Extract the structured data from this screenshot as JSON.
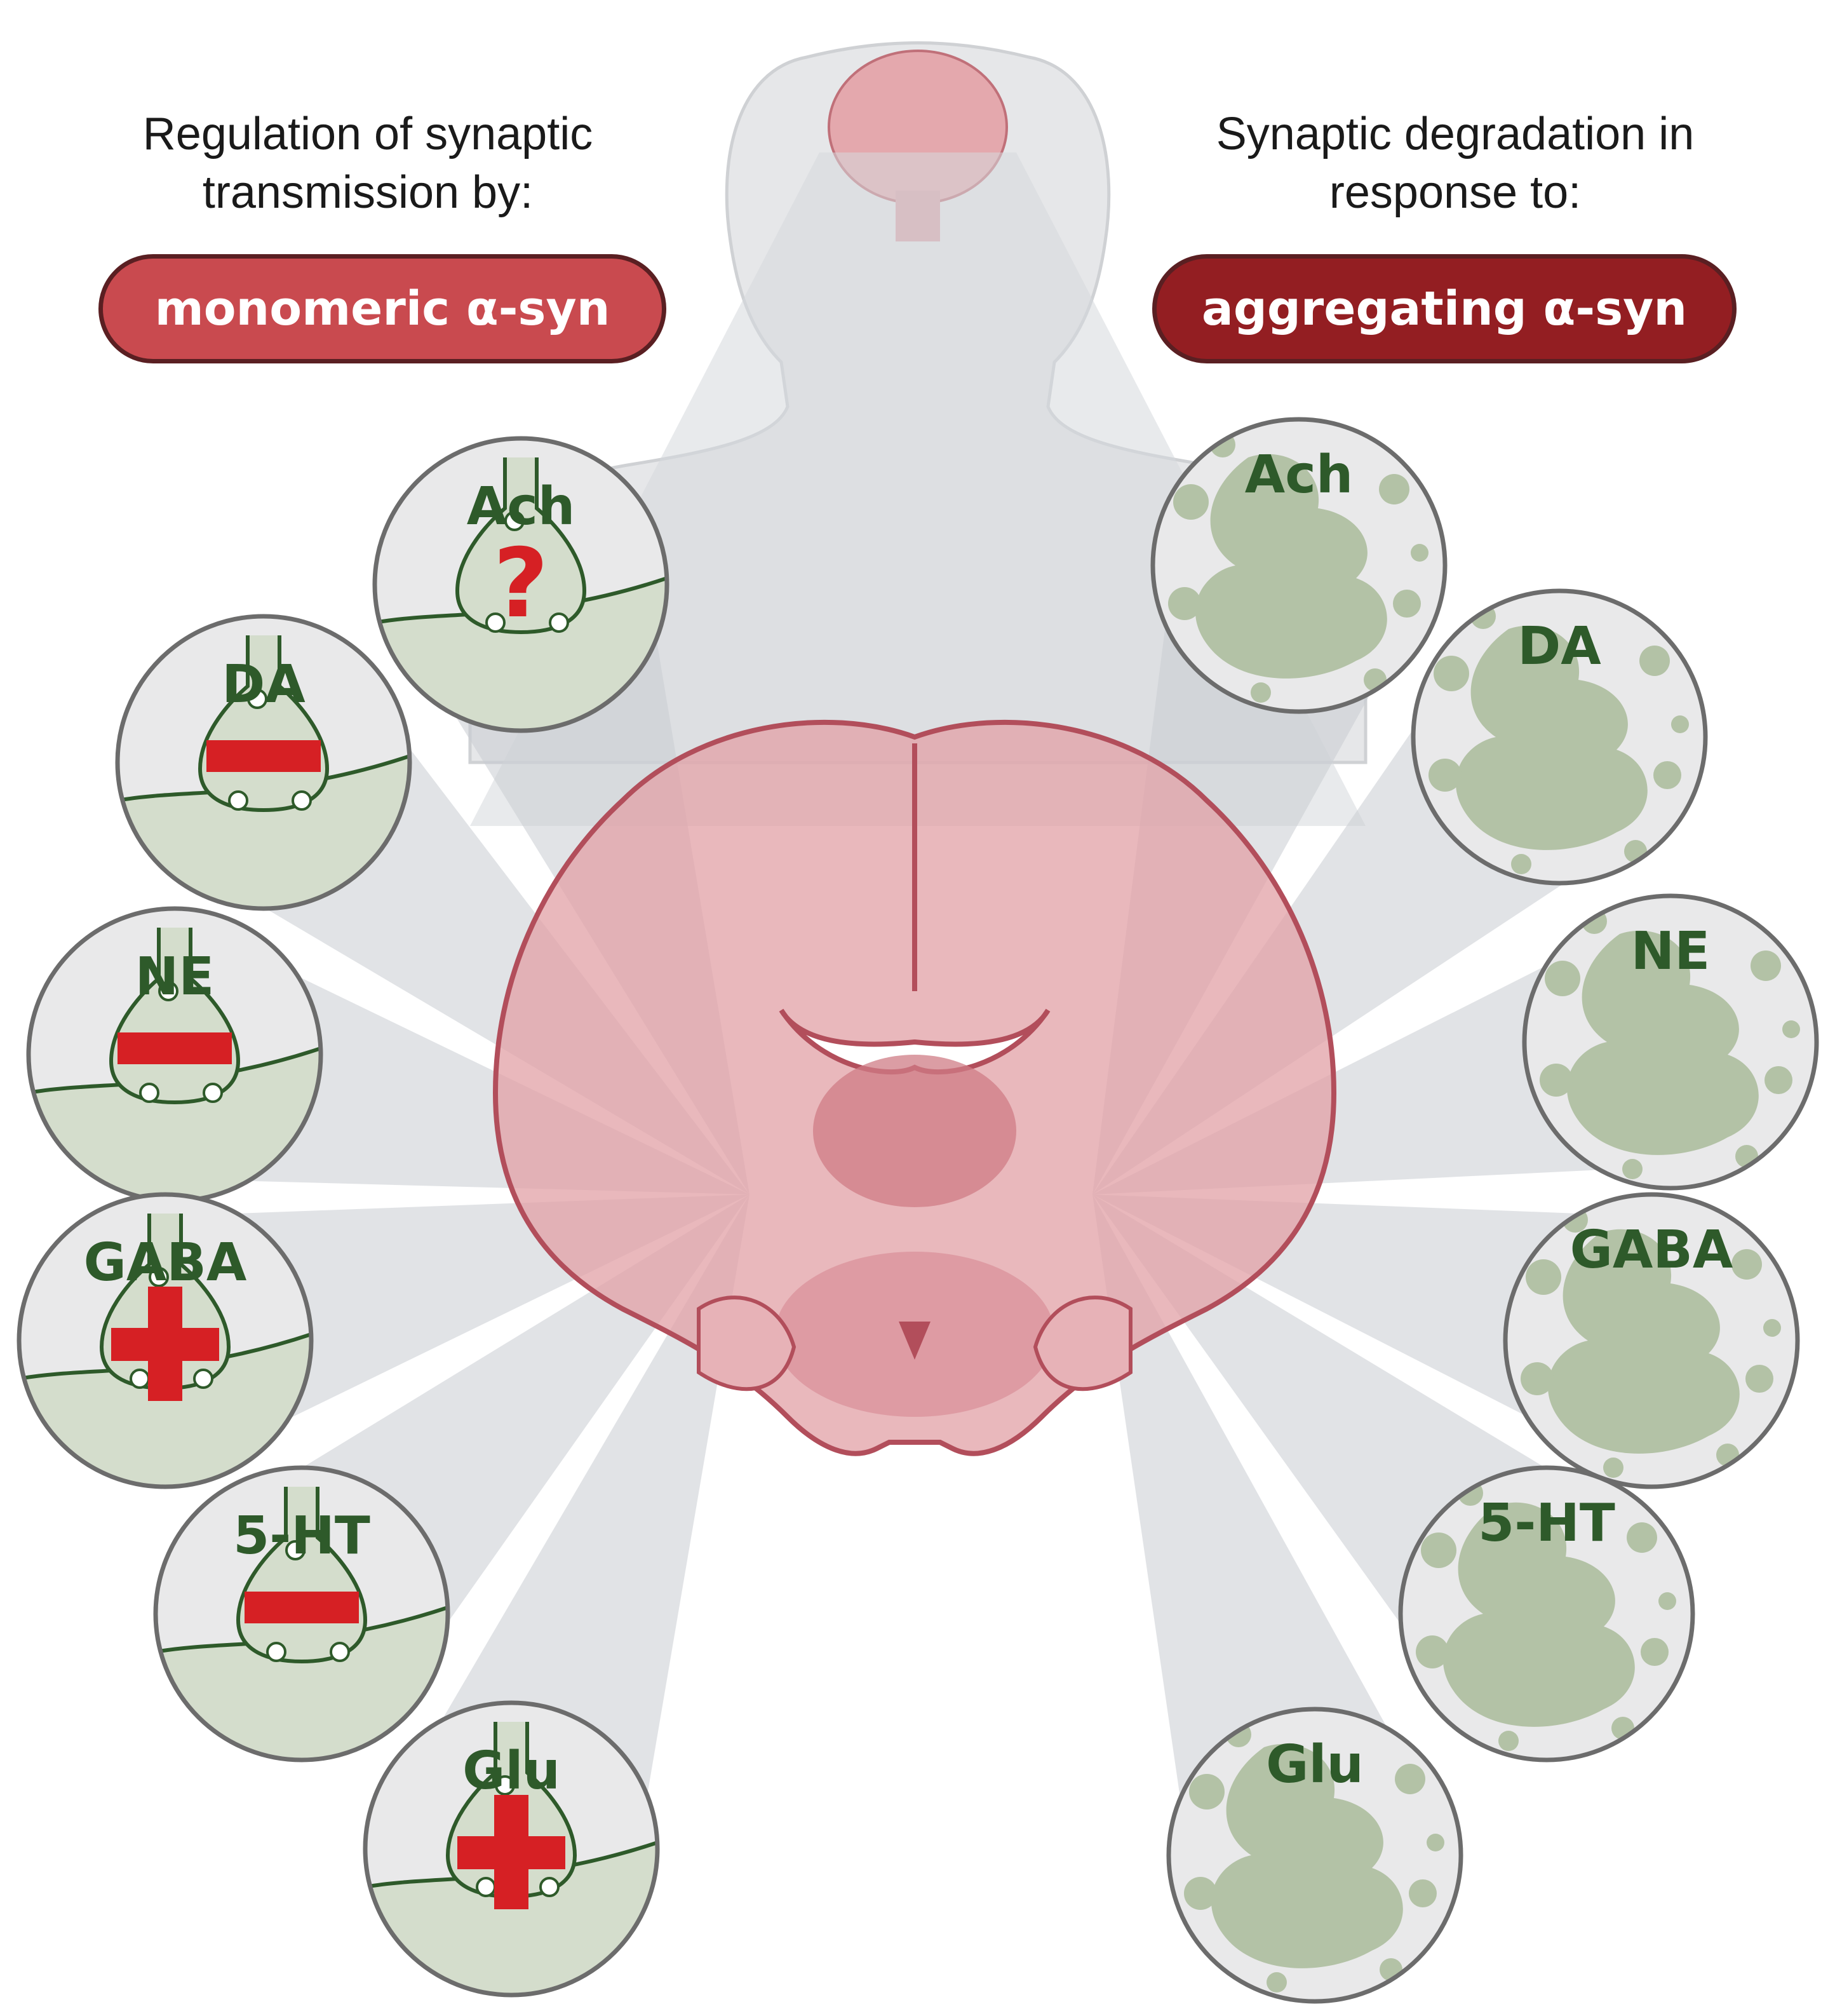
{
  "left_panel": {
    "heading_line1": "Regulation of synaptic",
    "heading_line2": "transmission by:",
    "label": "monomeric α-syn",
    "label_color": "#c94a4f"
  },
  "right_panel": {
    "heading_line1": "Synaptic degradation in",
    "heading_line2": "response to:",
    "label": "aggregating α-syn",
    "label_color": "#931e22"
  },
  "left_circles": [
    {
      "name": "Ach",
      "effect": "question"
    },
    {
      "name": "DA",
      "effect": "minus"
    },
    {
      "name": "NE",
      "effect": "minus"
    },
    {
      "name": "GABA",
      "effect": "plus"
    },
    {
      "name": "5-HT",
      "effect": "minus"
    },
    {
      "name": "Glu",
      "effect": "plus"
    }
  ],
  "right_circles": [
    {
      "name": "Ach"
    },
    {
      "name": "DA"
    },
    {
      "name": "NE"
    },
    {
      "name": "GABA"
    },
    {
      "name": "5-HT"
    },
    {
      "name": "Glu"
    }
  ],
  "colors": {
    "label_text": "#2e5a2a",
    "synapse_fill": "#d4ddcc",
    "synapse_stroke": "#2e5a2a",
    "effect_red": "#d62024",
    "brain_fill": "#e3a7ac",
    "brain_stroke": "#b85560",
    "silhouette": "#e4e5e7",
    "beam": "#c9ccd1",
    "aggregate": "#b3c2a6"
  }
}
